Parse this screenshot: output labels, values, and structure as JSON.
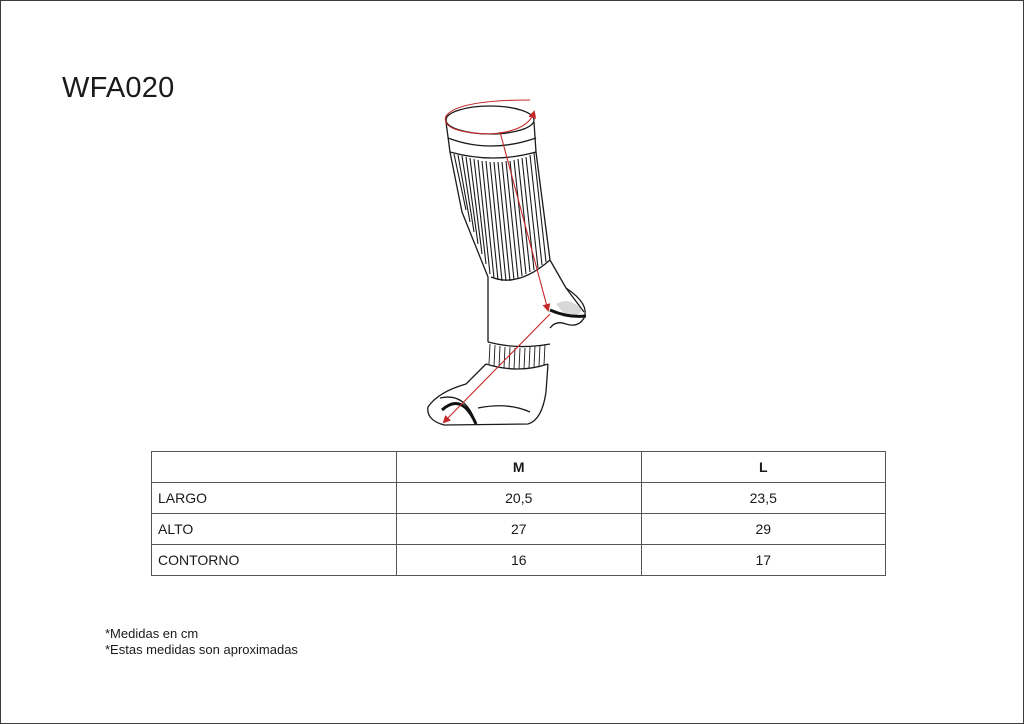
{
  "product": {
    "code": "WFA020"
  },
  "figure": {
    "icon": "sock-measurement-diagram",
    "colors": {
      "outline": "#1a1a1a",
      "measure_arrow": "#c62828"
    }
  },
  "size_table": {
    "columns": [
      "",
      "M",
      "L"
    ],
    "rows": [
      {
        "label": "LARGO",
        "values": [
          "20,5",
          "23,5"
        ]
      },
      {
        "label": "ALTO",
        "values": [
          "27",
          "29"
        ]
      },
      {
        "label": "CONTORNO",
        "values": [
          "16",
          "17"
        ]
      }
    ]
  },
  "notes": [
    "*Medidas en cm",
    "*Estas medidas son aproximadas"
  ]
}
